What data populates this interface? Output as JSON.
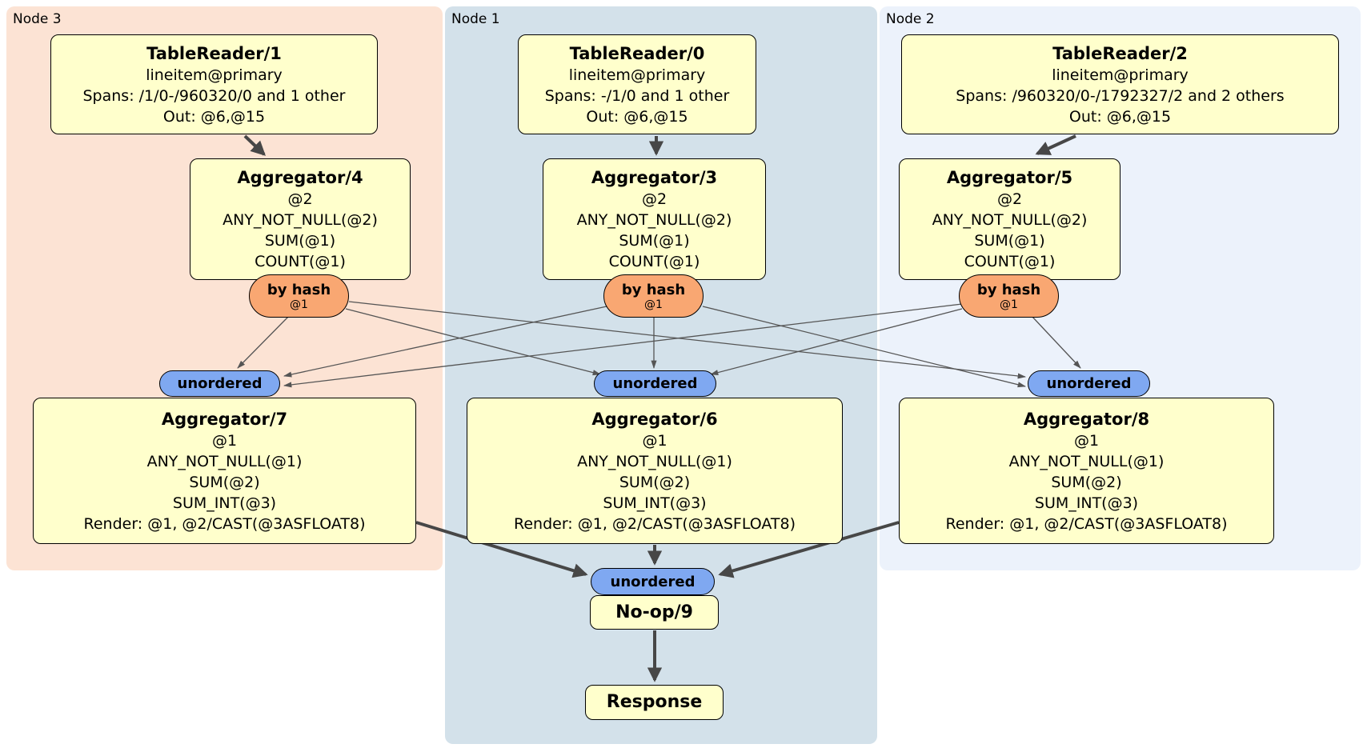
{
  "regions": {
    "node3": {
      "label": "Node 3"
    },
    "node1": {
      "label": "Node 1"
    },
    "node2": {
      "label": "Node 2"
    }
  },
  "processors": {
    "tr1": {
      "title": "TableReader/1",
      "lines": [
        "lineitem@primary",
        "Spans: /1/0-/960320/0 and 1 other",
        "Out: @6,@15"
      ]
    },
    "tr0": {
      "title": "TableReader/0",
      "lines": [
        "lineitem@primary",
        "Spans: -/1/0 and 1 other",
        "Out: @6,@15"
      ]
    },
    "tr2": {
      "title": "TableReader/2",
      "lines": [
        "lineitem@primary",
        "Spans: /960320/0-/1792327/2 and 2 others",
        "Out: @6,@15"
      ]
    },
    "agg4": {
      "title": "Aggregator/4",
      "lines": [
        "@2",
        "ANY_NOT_NULL(@2)",
        "SUM(@1)",
        "COUNT(@1)"
      ]
    },
    "agg3": {
      "title": "Aggregator/3",
      "lines": [
        "@2",
        "ANY_NOT_NULL(@2)",
        "SUM(@1)",
        "COUNT(@1)"
      ]
    },
    "agg5": {
      "title": "Aggregator/5",
      "lines": [
        "@2",
        "ANY_NOT_NULL(@2)",
        "SUM(@1)",
        "COUNT(@1)"
      ]
    },
    "agg7": {
      "title": "Aggregator/7",
      "lines": [
        "@1",
        "ANY_NOT_NULL(@1)",
        "SUM(@2)",
        "SUM_INT(@3)",
        "Render: @1, @2/CAST(@3ASFLOAT8)"
      ]
    },
    "agg6": {
      "title": "Aggregator/6",
      "lines": [
        "@1",
        "ANY_NOT_NULL(@1)",
        "SUM(@2)",
        "SUM_INT(@3)",
        "Render: @1, @2/CAST(@3ASFLOAT8)"
      ]
    },
    "agg8": {
      "title": "Aggregator/8",
      "lines": [
        "@1",
        "ANY_NOT_NULL(@1)",
        "SUM(@2)",
        "SUM_INT(@3)",
        "Render: @1, @2/CAST(@3ASFLOAT8)"
      ]
    },
    "noop": {
      "title": "No-op/9"
    },
    "response": {
      "title": "Response"
    }
  },
  "routers": {
    "byhash3": {
      "label": "by hash",
      "detail": "@1"
    },
    "byhash1": {
      "label": "by hash",
      "detail": "@1"
    },
    "byhash2": {
      "label": "by hash",
      "detail": "@1"
    }
  },
  "syncs": {
    "un3": {
      "label": "unordered"
    },
    "un1": {
      "label": "unordered"
    },
    "un2": {
      "label": "unordered"
    },
    "unfinal": {
      "label": "unordered"
    }
  },
  "colors": {
    "node3_bg": "#fce3d4",
    "node1_bg": "#d3e1ea",
    "node2_bg": "#ecf2fb",
    "box_bg": "#ffffcc",
    "box_border": "#000000",
    "router_bg": "#f9a772",
    "sync_bg": "#7fa8f1",
    "edge": "#555555",
    "edge_thick": "#474747"
  }
}
